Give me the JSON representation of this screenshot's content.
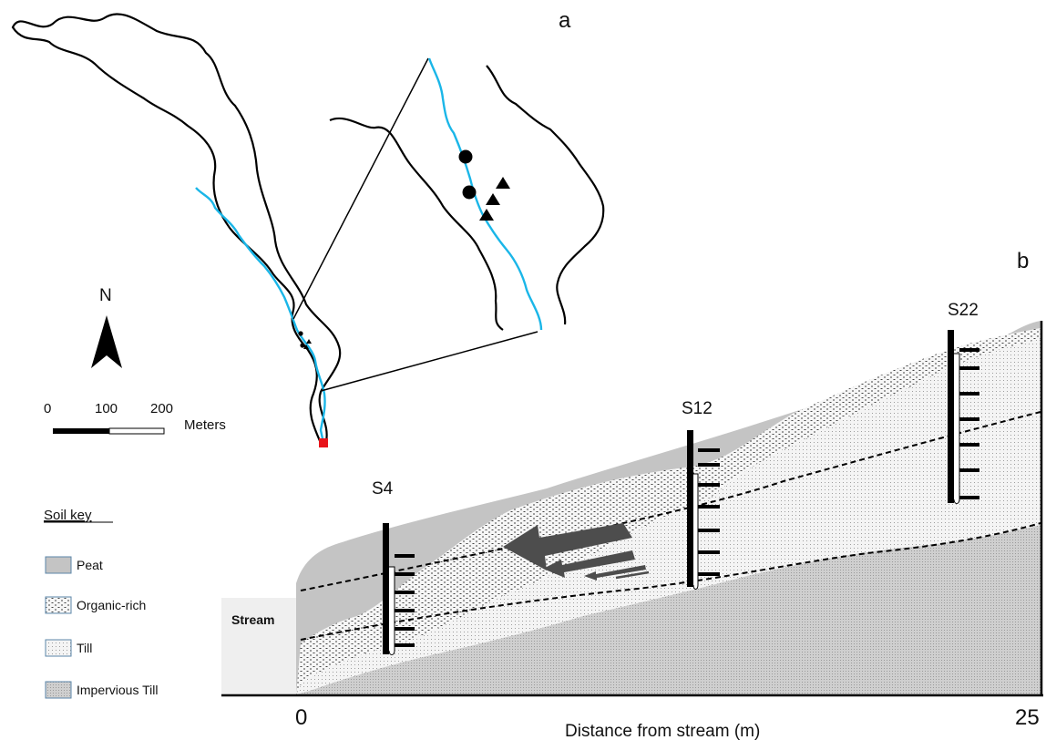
{
  "panel_a": {
    "label": "a",
    "north_label": "N",
    "scale_ticks": [
      "0",
      "100",
      "200"
    ],
    "scale_unit": "Meters"
  },
  "panel_b": {
    "label": "b",
    "stream_label": "Stream",
    "wells": [
      "S4",
      "S12",
      "S22"
    ],
    "x_axis": {
      "title": "Distance from stream (m)",
      "min_label": "0",
      "max_label": "25"
    }
  },
  "soil_key": {
    "title": "Soil key",
    "items": [
      {
        "label": "Peat",
        "icon": "peat-swatch"
      },
      {
        "label": "Organic-rich",
        "icon": "organic-rich-swatch"
      },
      {
        "label": "Till",
        "icon": "till-swatch"
      },
      {
        "label": "Impervious Till",
        "icon": "impervious-till-swatch"
      }
    ]
  },
  "colors": {
    "stream_blue": "#1ab6e8",
    "outlet_red": "#e8141b",
    "peat": "#c4c4c4",
    "stream_box": "#efefef",
    "arrow": "#4d4d4d",
    "swatch_border": "#5b86a8"
  }
}
